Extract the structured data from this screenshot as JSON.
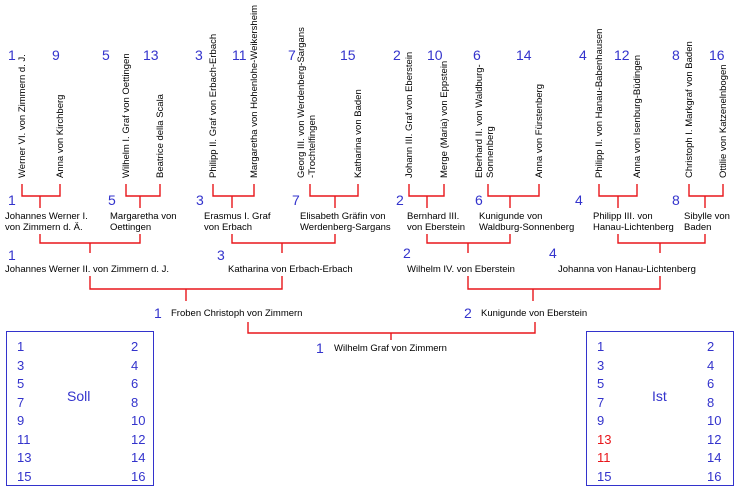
{
  "gen4": [
    {
      "num": "1",
      "name": "Werner VI. von Zimmern d. J."
    },
    {
      "num": "9",
      "name": "Anna von Kirchberg"
    },
    {
      "num": "5",
      "name": "Wilhelm I. Graf von Oettingen"
    },
    {
      "num": "13",
      "name": "Beatrice della Scala"
    },
    {
      "num": "3",
      "name": "Philipp II. Graf von Erbach-Erbach"
    },
    {
      "num": "11",
      "name": "Margaretha von Hohenlohe-Weikersheim"
    },
    {
      "num": "7",
      "name": "Georg III. von Werdenberg-Sargans -Trochtelfingen"
    },
    {
      "num": "15",
      "name": "Katharina von Baden"
    },
    {
      "num": "2",
      "name": "Johann III. Graf von Eberstein"
    },
    {
      "num": "10",
      "name": "Merge (Maria) von Eppstein"
    },
    {
      "num": "6",
      "name": "Eberhard II. von Waldburg-Sonnenberg"
    },
    {
      "num": "14",
      "name": "Anna von Fürstenberg"
    },
    {
      "num": "4",
      "name": "Philipp II. von Hanau-Babenhausen"
    },
    {
      "num": "12",
      "name": "Anna von Isenburg-Büdingen"
    },
    {
      "num": "8",
      "name": "Christoph I. Markgraf von Baden"
    },
    {
      "num": "16",
      "name": "Ottilie von Katzenelnbogen"
    }
  ],
  "gen3": [
    {
      "num": "1",
      "name": "Johannes Werner I. von Zimmern d. Ä."
    },
    {
      "num": "5",
      "name": "Margaretha von Oettingen"
    },
    {
      "num": "3",
      "name": "Erasmus I. Graf von Erbach"
    },
    {
      "num": "7",
      "name": "Elisabeth Gräfin von Werdenberg-Sargans"
    },
    {
      "num": "2",
      "name": "Bernhard III. von Eberstein"
    },
    {
      "num": "6",
      "name": "Kunigunde von Waldburg-Sonnenberg"
    },
    {
      "num": "4",
      "name": "Philipp III. von Hanau-Lichtenberg"
    },
    {
      "num": "8",
      "name": "Sibylle von Baden"
    }
  ],
  "gen2": [
    {
      "num": "1",
      "name": "Johannes Werner II. von Zimmern d. J."
    },
    {
      "num": "3",
      "name": "Katharina von Erbach-Erbach"
    },
    {
      "num": "2",
      "name": "Wilhelm IV. von Eberstein"
    },
    {
      "num": "4",
      "name": "Johanna von Hanau-Lichtenberg"
    }
  ],
  "gen1": [
    {
      "num": "1",
      "name": "Froben Christoph von Zimmern"
    },
    {
      "num": "2",
      "name": "Kunigunde von Eberstein"
    }
  ],
  "root": {
    "num": "1",
    "name": "Wilhelm Graf von Zimmern"
  },
  "soll": {
    "title": "Soll",
    "left": [
      "1",
      "3",
      "5",
      "7",
      "9",
      "11",
      "13",
      "15"
    ],
    "right": [
      "2",
      "4",
      "6",
      "8",
      "10",
      "12",
      "14",
      "16"
    ]
  },
  "ist": {
    "title": "Ist",
    "left": [
      "1",
      "3",
      "5",
      "7",
      "9",
      "13",
      "11",
      "15"
    ],
    "right": [
      "2",
      "4",
      "6",
      "8",
      "10",
      "12",
      "14",
      "16"
    ],
    "highlight_color": "#e8161b"
  },
  "colors": {
    "number": "#3333cc",
    "line": "#e8161b",
    "text": "#000000"
  }
}
